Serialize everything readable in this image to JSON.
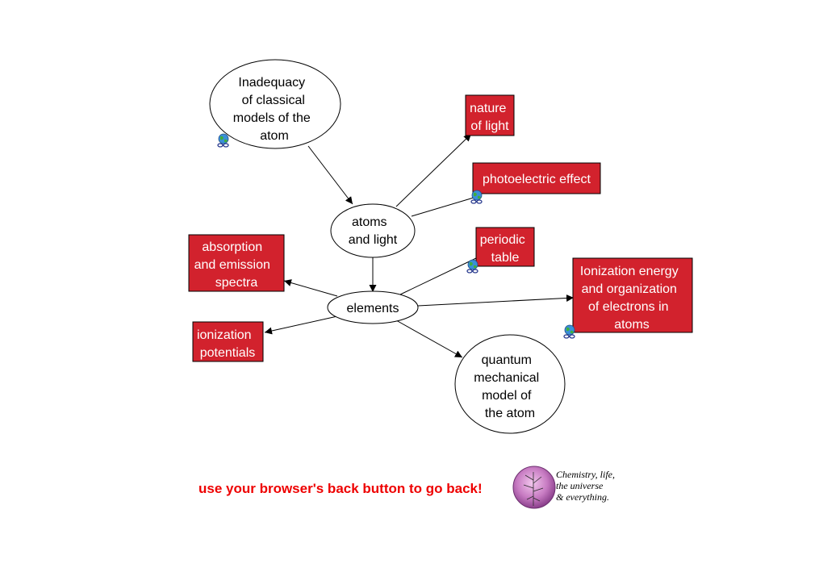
{
  "concept_map": {
    "nodes": {
      "inadequacy": [
        "Inadequacy",
        "of classical",
        "models of the",
        "atom"
      ],
      "atoms_light": [
        "atoms",
        "and light"
      ],
      "elements": [
        "elements"
      ],
      "quantum": [
        "quantum",
        "mechanical",
        "model of",
        "the atom"
      ],
      "nature_light": [
        "nature",
        "of light"
      ],
      "photoelectric": [
        "photoelectric effect"
      ],
      "periodic_table": [
        "periodic",
        "table"
      ],
      "absorption": [
        "absorption",
        "and emission",
        "spectra"
      ],
      "ionization_potentials": [
        "ionization",
        "potentials"
      ],
      "ionization_energy": [
        "Ionization energy",
        "and organization",
        "of electrons in",
        "atoms"
      ]
    },
    "colors": {
      "link_box": "#d2222d",
      "footer_text": "#ee0000"
    },
    "icons": [
      "web-link-globe-icon"
    ]
  },
  "footer": {
    "back_message": "use your browser's back button to go back!"
  },
  "logo": {
    "lines": [
      "Chemistry, life,",
      "the universe",
      "& everything."
    ]
  }
}
